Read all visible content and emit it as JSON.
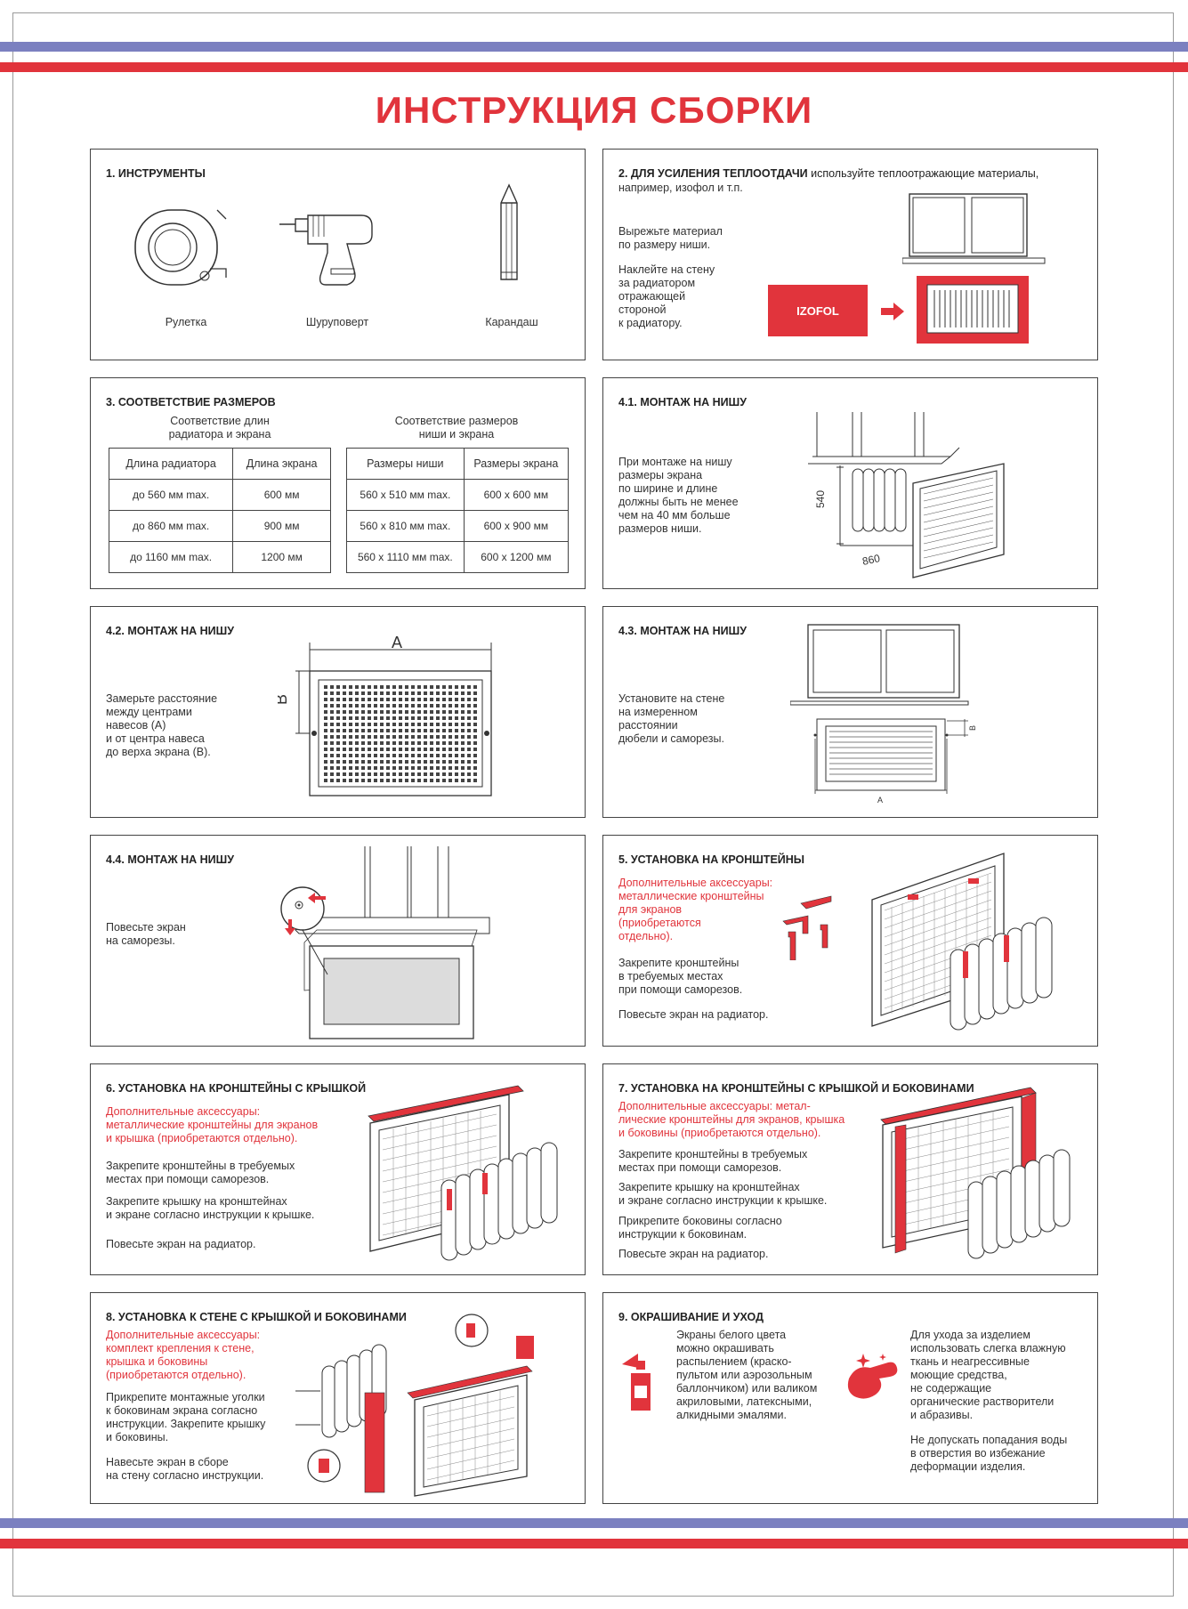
{
  "colors": {
    "accent_red": "#e1343c",
    "stripe_blue": "#7b80c0",
    "border": "#444444"
  },
  "title": "ИНСТРУКЦИЯ СБОРКИ",
  "s1": {
    "title": "1. ИНСТРУМЕНТЫ",
    "tools": [
      "Рулетка",
      "Шуруповерт",
      "Карандаш"
    ]
  },
  "s2": {
    "title_bold": "2. ДЛЯ УСИЛЕНИЯ ТЕПЛООТДАЧИ",
    "title_rest": " используйте теплоотражающие материалы,",
    "title_line2": "например, изофол и т.п.",
    "text1": "Вырежьте материал\nпо размеру ниши.",
    "text2": "Наклейте на стену\nза радиатором\nотражающей\nстороной\nк радиатору.",
    "izofol_label": "IZOFOL"
  },
  "s3": {
    "title": "3. СООТВЕТСТВИЕ РАЗМЕРОВ",
    "table1_caption": "Соответствие длин\nрадиатора и экрана",
    "table1_headers": [
      "Длина радиатора",
      "Длина экрана"
    ],
    "table1_rows": [
      [
        "до 560 мм max.",
        "600 мм"
      ],
      [
        "до 860 мм max.",
        "900 мм"
      ],
      [
        "до 1160 мм max.",
        "1200 мм"
      ]
    ],
    "table2_caption": "Соответствие размеров\nниши и экрана",
    "table2_headers": [
      "Размеры ниши",
      "Размеры экрана"
    ],
    "table2_rows": [
      [
        "560 x 510 мм max.",
        "600 x 600 мм"
      ],
      [
        "560 x 810 мм max.",
        "600 x 900 мм"
      ],
      [
        "560 x 1110 мм max.",
        "600 x 1200 мм"
      ]
    ]
  },
  "s41": {
    "title": "4.1. МОНТАЖ НА НИШУ",
    "text": "При монтаже на нишу\nразмеры экрана\nпо ширине и длине\nдолжны быть не менее\nчем на 40 мм больше\nразмеров ниши.",
    "dim_h": "540",
    "dim_w": "860"
  },
  "s42": {
    "title": "4.2. МОНТАЖ НА НИШУ",
    "text": "Замерьте расстояние\nмежду центрами\nнавесов (A)\nи от центра навеса\nдо верха экрана (B).",
    "label_a": "A",
    "label_b": "B"
  },
  "s43": {
    "title": "4.3. МОНТАЖ НА НИШУ",
    "text": "Установите на стене\nна измеренном\nрасстоянии\nдюбели и саморезы.",
    "label_a": "A",
    "label_b": "B"
  },
  "s44": {
    "title": "4.4. МОНТАЖ НА НИШУ",
    "text": "Повесьте экран\nна саморезы."
  },
  "s5": {
    "title": "5. УСТАНОВКА НА КРОНШТЕЙНЫ",
    "accessories": "Дополнительные аксессуары:\nметаллические кронштейны\nдля экранов\n(приобретаются\nотдельно).",
    "text1": "Закрепите кронштейны\nв требуемых местах\nпри помощи саморезов.",
    "text2": "Повесьте экран на радиатор."
  },
  "s6": {
    "title": "6. УСТАНОВКА НА КРОНШТЕЙНЫ С КРЫШКОЙ",
    "accessories": "Дополнительные аксессуары:\nметаллические кронштейны для экранов\nи крышка (приобретаются отдельно).",
    "text1": "Закрепите кронштейны в требуемых\nместах при помощи саморезов.",
    "text2": "Закрепите крышку на кронштейнах\nи экране согласно инструкции к крышке.",
    "text3": "Повесьте экран на радиатор."
  },
  "s7": {
    "title": "7. УСТАНОВКА НА КРОНШТЕЙНЫ С КРЫШКОЙ И БОКОВИНАМИ",
    "accessories": "Дополнительные аксессуары: метал-\nлические кронштейны для экранов, крышка\nи боковины (приобретаются отдельно).",
    "text1": "Закрепите кронштейны в требуемых\nместах при помощи саморезов.",
    "text2": "Закрепите крышку на кронштейнах\nи экране согласно инструкции к крышке.",
    "text3": "Прикрепите боковины согласно\nинструкции к боковинам.",
    "text4": "Повесьте экран на радиатор."
  },
  "s8": {
    "title": "8. УСТАНОВКА К СТЕНЕ С КРЫШКОЙ И БОКОВИНАМИ",
    "accessories": "Дополнительные аксессуары:\nкомплект крепления к стене,\nкрышка  и боковины\n(приобретаются отдельно).",
    "text1": "Прикрепите монтажные уголки\nк боковинам экрана согласно\nинструкции. Закрепите крышку\nи боковины.",
    "text2": "Навесьте экран в сборе\nна стену согласно инструкции."
  },
  "s9": {
    "title": "9. ОКРАШИВАНИЕ И УХОД",
    "paint_text": "Экраны белого цвета\nможно окрашивать\nраспылением (краско-\nпультом или аэрозольным\nбаллончиком) или валиком\nакриловыми, латексными,\nалкидными эмалями.",
    "care_text1": "Для ухода за изделием\nиспользовать слегка влажную\nткань и неагрессивные\nмоющие средства,\nне содержащие\nорганические растворители\nи абразивы.",
    "care_text2": "Не допускать попадания воды\nв отверстия во избежание\nдеформации изделия."
  }
}
